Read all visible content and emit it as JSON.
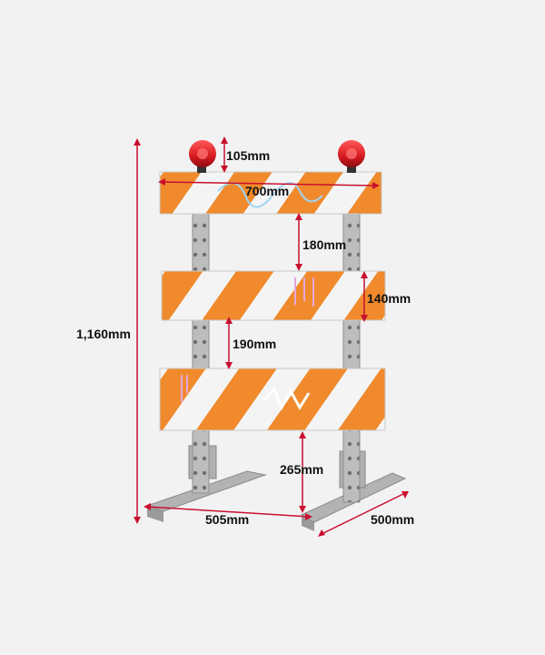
{
  "dimensions": {
    "light_height": "105mm",
    "board_width": "700mm",
    "gap_upper": "180mm",
    "board_height": "140mm",
    "gap_lower": "190mm",
    "total_height": "1,160mm",
    "bottom_clearance": "265mm",
    "base_width": "505mm",
    "base_depth": "500mm"
  },
  "colors": {
    "background": "#f2f2f2",
    "dimension_line": "#c8102e",
    "stripe_orange": "#f08a2c",
    "stripe_white": "#f4f4f4",
    "steel": "#b9b9b9",
    "lamp_red": "#d71920"
  }
}
